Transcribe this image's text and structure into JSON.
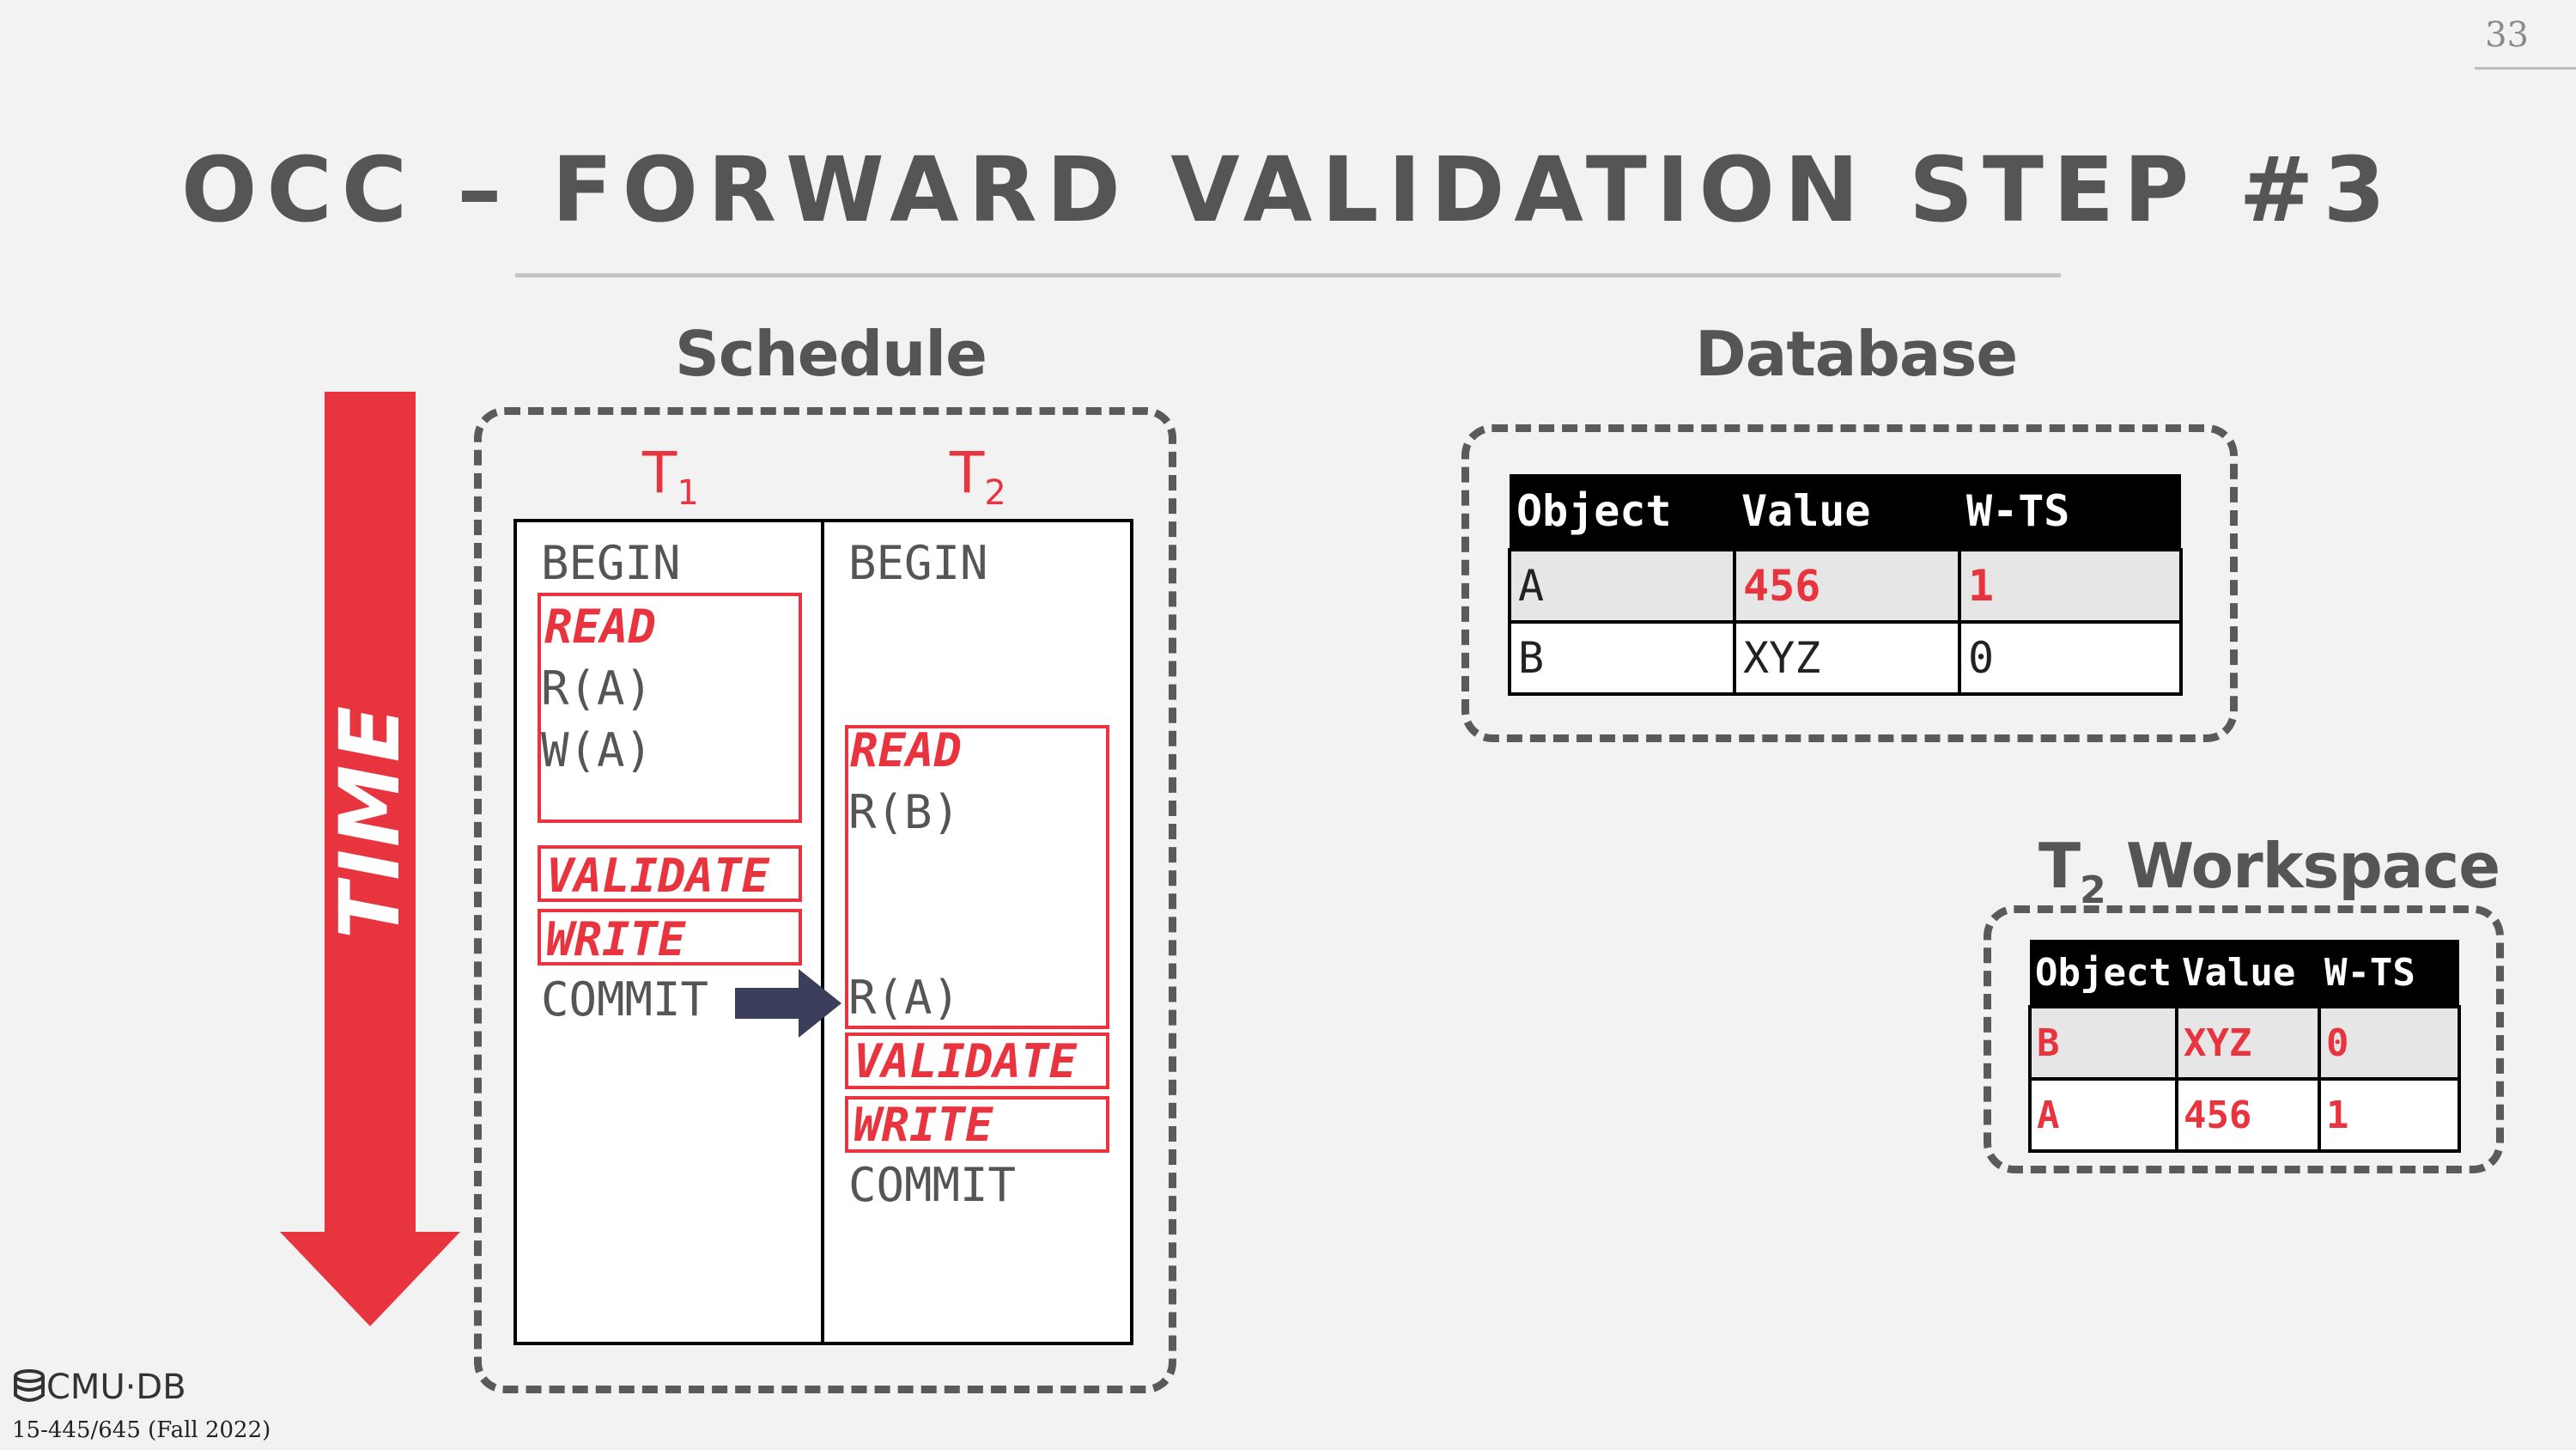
{
  "page_number": "33",
  "title": "OCC – FORWARD VALIDATION STEP #3",
  "schedule": {
    "label": "Schedule",
    "time_label": "TIME",
    "t1_header": "T",
    "t1_sub": "1",
    "t2_header": "T",
    "t2_sub": "2",
    "t1_ops": {
      "begin": "BEGIN",
      "read_phase": "READ",
      "op1": "R(A)",
      "op2": "W(A)",
      "validate": "VALIDATE",
      "write": "WRITE",
      "commit": "COMMIT"
    },
    "t2_ops": {
      "begin": "BEGIN",
      "read_phase": "READ",
      "op1": "R(B)",
      "op2": "R(A)",
      "validate": "VALIDATE",
      "write": "WRITE",
      "commit": "COMMIT"
    }
  },
  "database": {
    "label": "Database",
    "headers": [
      "Object",
      "Value",
      "W-TS"
    ],
    "rows": [
      [
        "A",
        "456",
        "1"
      ],
      [
        "B",
        "XYZ",
        "0"
      ]
    ]
  },
  "workspace": {
    "label_prefix": "T",
    "label_sub": "2",
    "label_suffix": "Workspace",
    "headers": [
      "Object",
      "Value",
      "W-TS"
    ],
    "rows": [
      [
        "B",
        "XYZ",
        "0"
      ],
      [
        "A",
        "456",
        "1"
      ]
    ]
  },
  "footer": {
    "logo": "CMU·DB",
    "course": "15-445/645 (Fall 2022)"
  },
  "colors": {
    "accent_red": "#e8343f",
    "arrow_navy": "#3c3f5c",
    "text_gray": "#555555"
  }
}
